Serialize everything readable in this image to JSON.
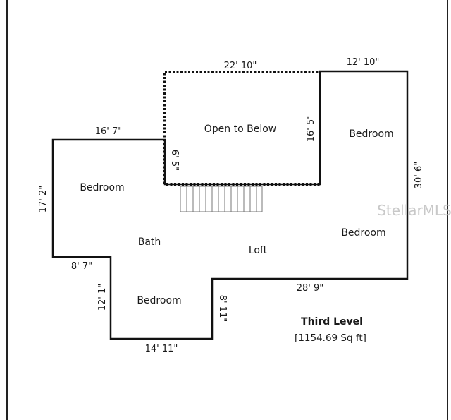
{
  "plan": {
    "rooms": {
      "open_to_below": "Open to Below",
      "bedroom_left": "Bedroom",
      "bedroom_upper_right": "Bedroom",
      "bedroom_lower_right": "Bedroom",
      "bedroom_bottom": "Bedroom",
      "bath": "Bath",
      "loft": "Loft"
    },
    "dimensions": {
      "open_top": "22' 10\"",
      "top_right": "12' 10\"",
      "left_top": "16' 7\"",
      "open_right": "16' 5\"",
      "open_left": "6' 5\"",
      "right_side": "30' 6\"",
      "left_side": "17' 2\"",
      "step_left": "8' 7\"",
      "bottom_bedroom_left": "12' 1\"",
      "bottom": "14' 11\"",
      "bottom_step": "8' 11\"",
      "bottom_right": "28' 9\""
    },
    "level_title": "Third Level",
    "area_text": "[1154.69 Sq ft]",
    "watermark": "StellarMLS"
  }
}
